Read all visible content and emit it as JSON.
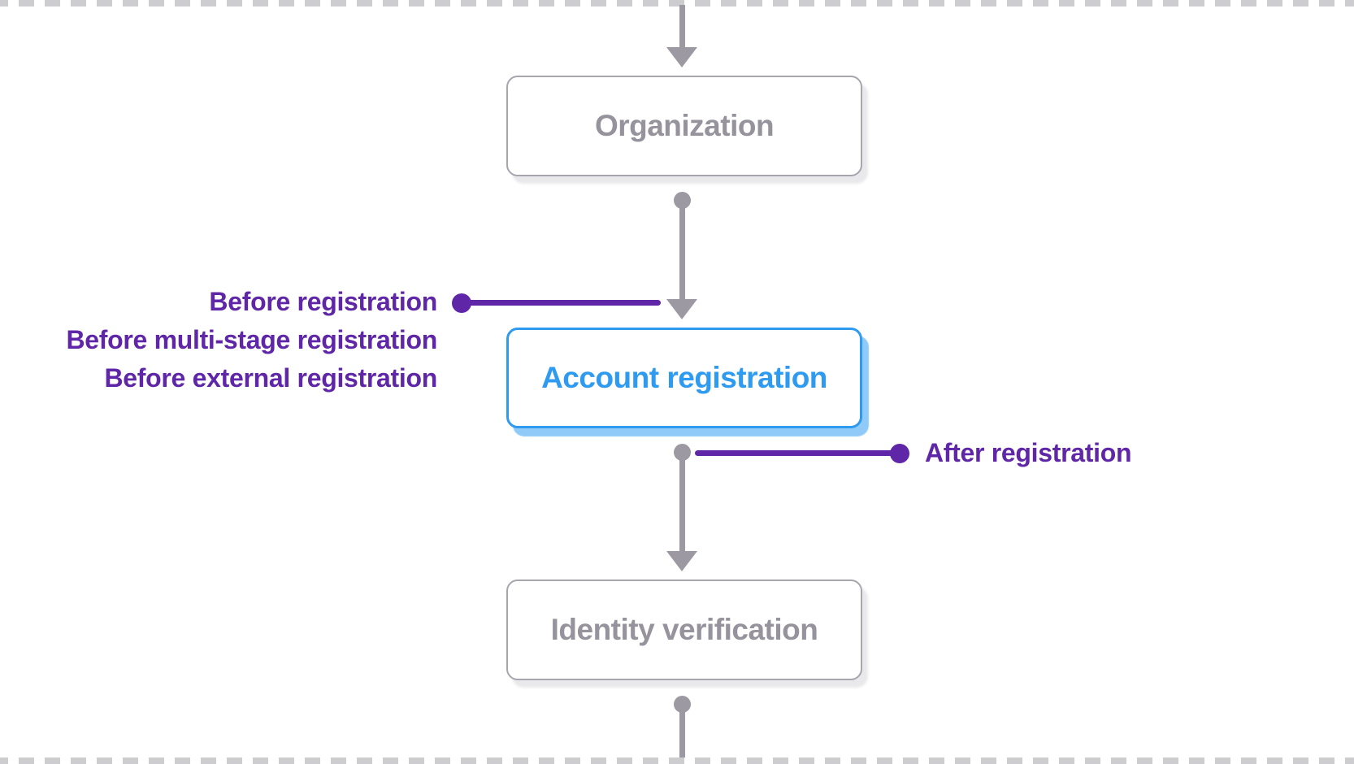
{
  "colors": {
    "connector_gray": "#9C99A3",
    "node_border_gray": "#A7A5AE",
    "node_text_gray": "#96939D",
    "node_shadow_gray": "#E9E9EB",
    "active_blue": "#2E9BF0",
    "active_shadow_blue": "#8FCAF8",
    "annotation_purple": "#5F27A8",
    "crop_dash_gray": "#CDCDCF",
    "canvas_bg": "#FFFFFF"
  },
  "flowchart": {
    "nodes": [
      {
        "id": "organization",
        "label": "Organization",
        "state": "default"
      },
      {
        "id": "account-registration",
        "label": "Account registration",
        "state": "active"
      },
      {
        "id": "identity-verification",
        "label": "Identity verification",
        "state": "default"
      }
    ],
    "annotations": {
      "before": {
        "items": [
          "Before registration",
          "Before multi-stage registration",
          "Before external registration"
        ]
      },
      "after": {
        "label": "After registration"
      }
    }
  }
}
